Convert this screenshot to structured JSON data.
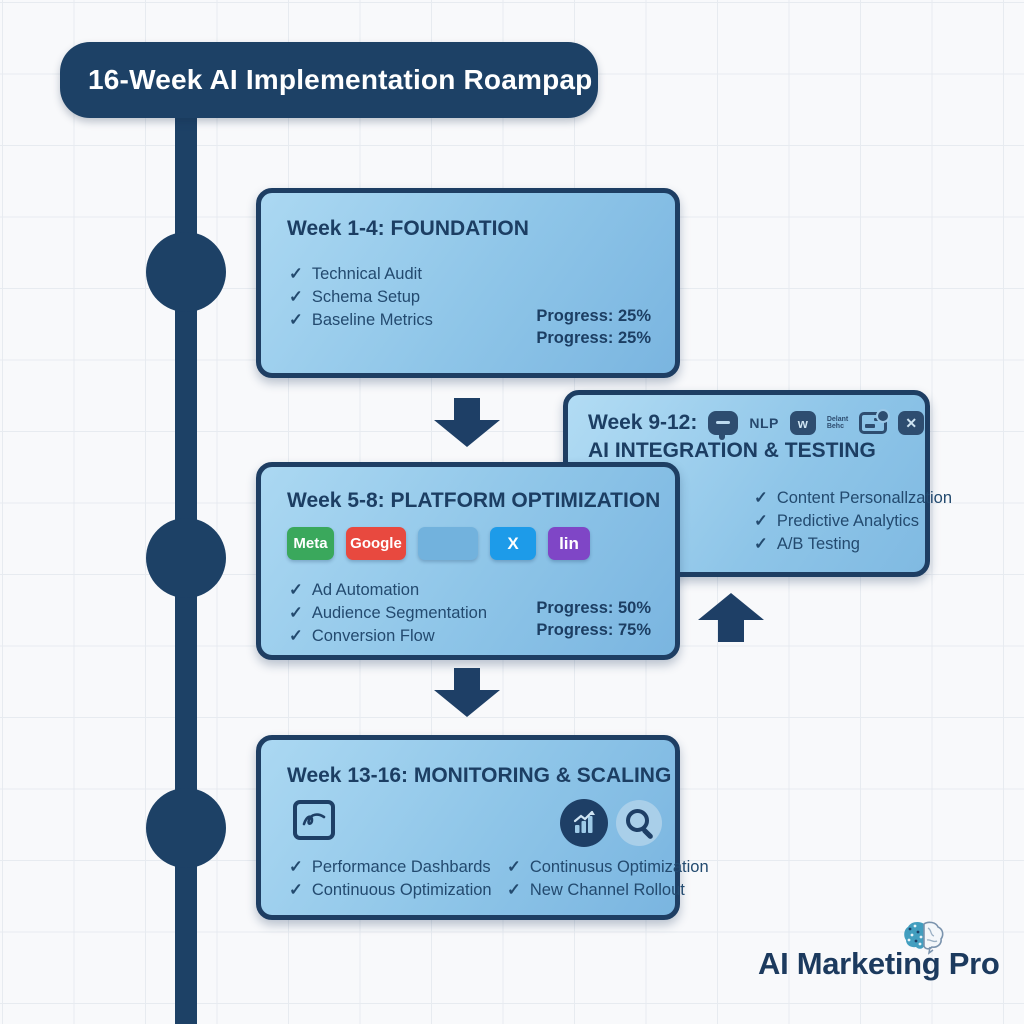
{
  "glyphs": {
    "check": "✓",
    "x_mark": "✕"
  },
  "colors": {
    "navy": "#1d4166",
    "card_border": "#1e3e63",
    "card_bg_light": "#abd8f2",
    "card_bg_dark": "#7ab5e0",
    "title_text": "#1c3e63",
    "item_text": "#234a6f",
    "badge_meta": "#3aa85c",
    "badge_google": "#e8493f",
    "badge_blank": "#72b2dd",
    "badge_x": "#1d9be9",
    "badge_lin": "#7f46c6",
    "logo_text": "#1c3a5e",
    "brain_teal": "#2d94b8"
  },
  "banner": {
    "title": "16-Week AI Implementation Roampap"
  },
  "cards": {
    "foundation": {
      "title": "Week 1-4: FOUNDATION",
      "items": [
        "Technical Audit",
        "Schema Setup",
        "Baseline Metrics"
      ],
      "progress": [
        "Progress: 25%",
        "Progress: 25%"
      ]
    },
    "platform": {
      "title": "Week 5-8: PLATFORM OPTIMIZATION",
      "badges": [
        {
          "label": "Meta",
          "color": "#3aa85c"
        },
        {
          "label": "Google",
          "color": "#e8493f"
        },
        {
          "label": "",
          "color": "#72b2dd"
        },
        {
          "label": "X",
          "color": "#1d9be9"
        },
        {
          "label": "lin",
          "color": "#7f46c6"
        }
      ],
      "items": [
        "Ad Automation",
        "Audience Segmentation",
        "Conversion Flow"
      ],
      "progress": [
        "Progress: 50%",
        "Progress: 75%"
      ]
    },
    "integration": {
      "title_prefix": "Week 9-12:",
      "title_main": "AI INTEGRATION & TESTING",
      "nlp_label": "NLP",
      "w_label": "w",
      "microtext_line1": "Delant",
      "microtext_line2": "Behc",
      "items": [
        "Content Personallzation",
        "Predictive Analytics",
        "A/B Testing"
      ]
    },
    "monitoring": {
      "title": "Week 13-16: MONITORING & SCALING",
      "items_left": [
        "Performance Dashbards",
        "Continuous Optimization"
      ],
      "items_right": [
        "Continusus Optimization",
        "New Channel Rollout"
      ]
    }
  },
  "logo": {
    "text": "AI Marketing Pro"
  }
}
